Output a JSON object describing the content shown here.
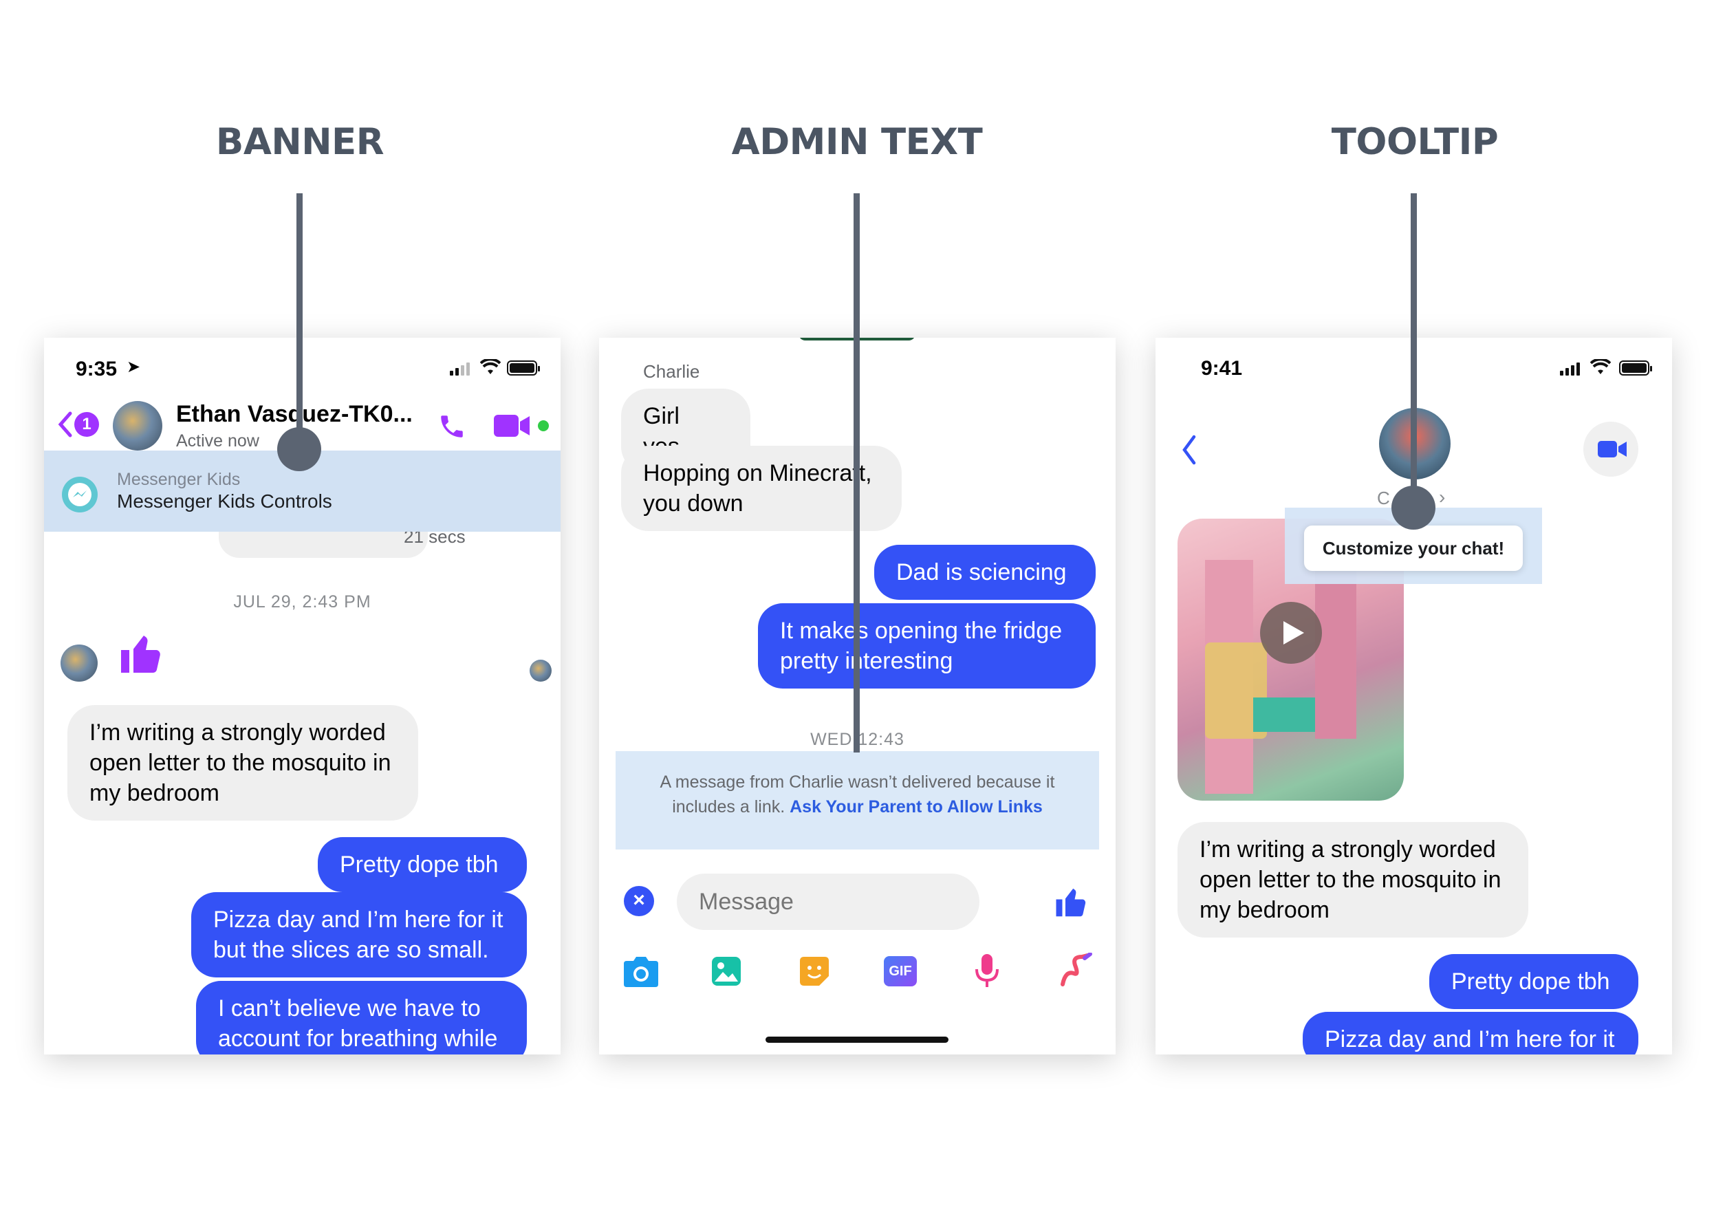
{
  "headings": {
    "banner": "BANNER",
    "admin_text": "ADMIN TEXT",
    "tooltip": "TOOLTIP"
  },
  "phone1": {
    "time": "9:35",
    "back_badge": "1",
    "contact_name": "Ethan Vasquez-TK0...",
    "status": "Active now",
    "banner_title": "Messenger Kids",
    "banner_subtitle": "Messenger Kids Controls",
    "call_duration": "21 secs",
    "timestamp": "JUL 29, 2:43 PM",
    "incoming_message": "I’m writing a strongly worded open letter to the mosquito in my bedroom",
    "outgoing_messages": [
      "Pretty dope tbh",
      "Pizza day and I’m here for it but the slices are so small.",
      "I can’t believe we have to account for breathing while"
    ],
    "colors": {
      "accent": "#a033ff",
      "banner_bg": "#cfe0f3",
      "presence": "#31cc46"
    }
  },
  "phone2": {
    "sender_name": "Charlie",
    "incoming_messages": [
      "Girl yes.",
      "Hopping on Minecraft, you down"
    ],
    "outgoing_messages": [
      "Dad is sciencing",
      "It makes opening the fridge pretty interesting"
    ],
    "timestamp": "WED 12:43",
    "admin_text": "A message from Charlie wasn’t delivered because it includes a link.",
    "admin_link": "Ask Your Parent to Allow Links",
    "composer_placeholder": "Message",
    "toolbar_icons": [
      "camera-icon",
      "gallery-icon",
      "sticker-icon",
      "gif-icon",
      "microphone-icon",
      "doodle-icon"
    ],
    "gif_label": "GIF",
    "colors": {
      "accent": "#3452f6",
      "admin_bg": "#dbe9f8"
    }
  },
  "phone3": {
    "time": "9:41",
    "name_partial": "C",
    "tooltip_text": "Customize your chat!",
    "incoming_message": "I’m writing a strongly worded open letter to the mosquito in my bedroom",
    "outgoing_messages": [
      "Pretty dope tbh",
      "Pizza day and I’m here for it"
    ],
    "colors": {
      "accent": "#3452f6",
      "tooltip_bg": "#d4e4f6"
    }
  }
}
